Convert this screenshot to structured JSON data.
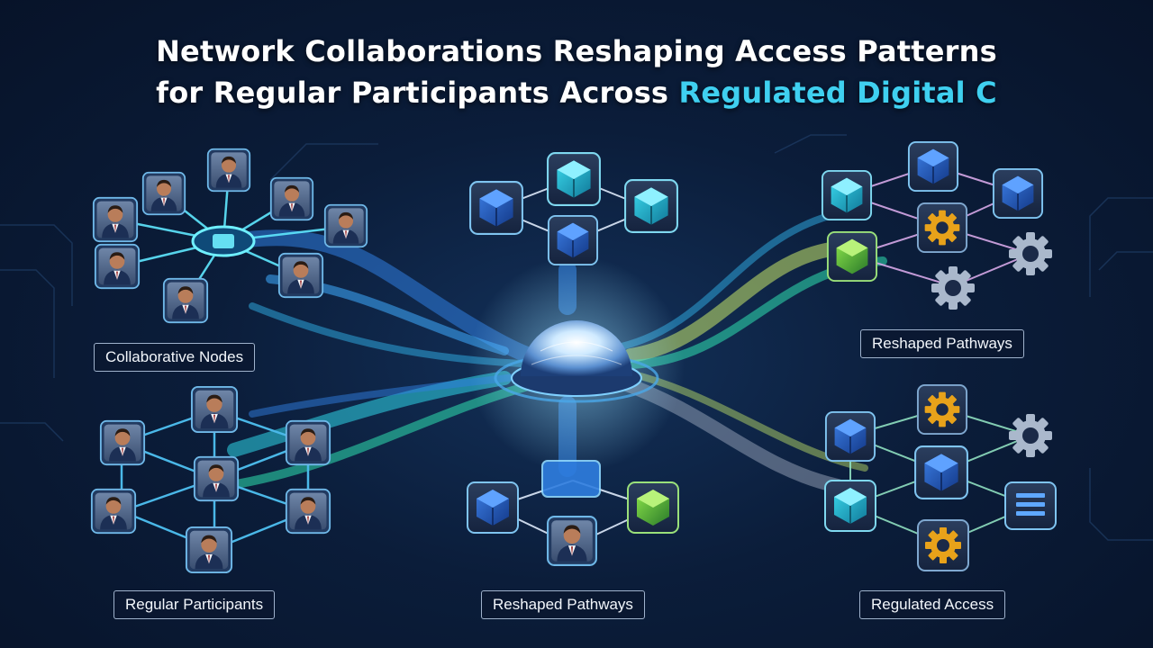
{
  "title": {
    "line1": "Network Collaborations Reshaping Access Patterns",
    "line2_prefix": "for Regular Participants Across ",
    "line2_accent": "Regulated Digital C"
  },
  "labels": {
    "collaborative_nodes": "Collaborative Nodes",
    "reshaped_pathways_right": "Reshaped Pathways",
    "regular_participants": "Regular Participants",
    "reshaped_pathways_bottom": "Reshaped Pathways",
    "regulated_access": "Regulated Access"
  },
  "colors": {
    "accent": "#3fd0f0",
    "stream_blue": "#2f7ee0",
    "stream_cyan": "#2fd6e8",
    "stream_teal": "#2fe0b0",
    "stream_lime": "#c8e86a",
    "gear_gold": "#e8a21a",
    "node_glow": "#5fe8ff"
  },
  "icons": {
    "hub": "glowing-globe-hub-icon",
    "people": "person-headset-avatar-icon",
    "modules": "cube-module-icon",
    "gears": "gear-icon"
  }
}
